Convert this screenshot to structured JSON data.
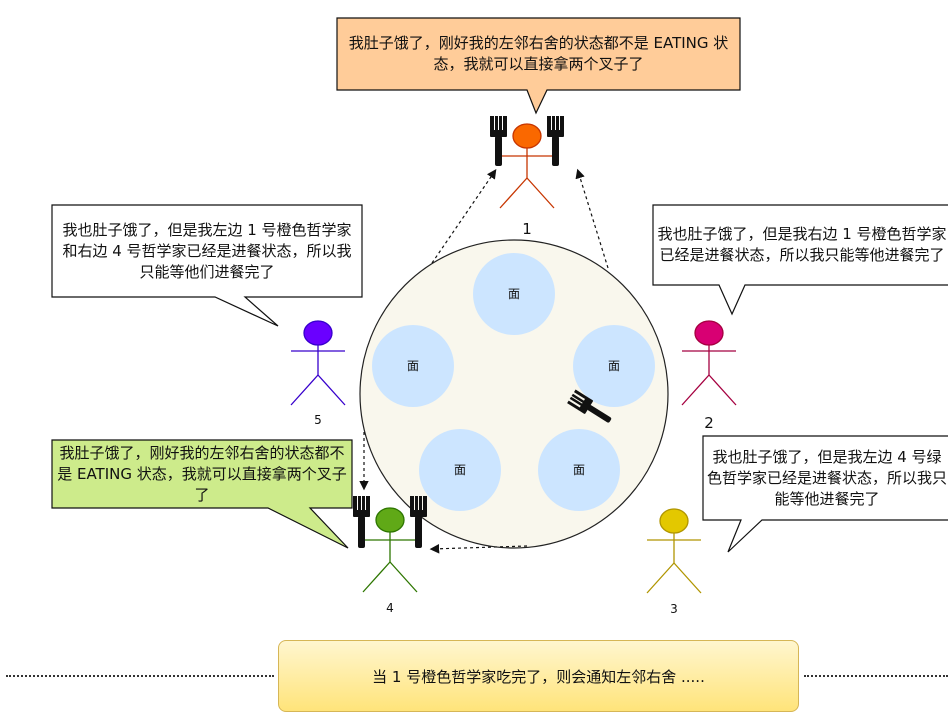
{
  "bubbles": {
    "top": "我肚子饿了，刚好我的左邻右舍的状态都不是 EATING 状态，我就可以直接拿两个叉子了",
    "left": "我也肚子饿了，但是我左边 1 号橙色哲学家和右边 4 号哲学家已经是进餐状态，所以我只能等他们进餐完了",
    "right": "我也肚子饿了，但是我右边 1 号橙色哲学家已经是进餐状态，所以我只能等他进餐完了",
    "green": "我肚子饿了，刚好我的左邻右舍的状态都不是 EATING 状态，我就可以直接拿两个叉子了",
    "lower_right": "我也肚子饿了，但是我左边 4 号绿色哲学家已经是进餐状态，所以我只能等他进餐完了"
  },
  "bowls": [
    "面",
    "面",
    "面",
    "面",
    "面"
  ],
  "philosophers": [
    {
      "label": "1",
      "color": "#fa6800"
    },
    {
      "label": "2",
      "color": "#d80073"
    },
    {
      "label": "3",
      "color": "#e3c800"
    },
    {
      "label": "4",
      "color": "#60a917"
    },
    {
      "label": "5",
      "color": "#6a00ff"
    }
  ],
  "banner": "当 1 号橙色哲学家吃完了，则会通知左邻右舍 .....",
  "colors": {
    "table": "#f9f7ed",
    "bowl": "#cce5ff",
    "bubble_top": "#ffcc99",
    "bubble_green": "#cdeb8b",
    "bubble_white": "#ffffff"
  }
}
